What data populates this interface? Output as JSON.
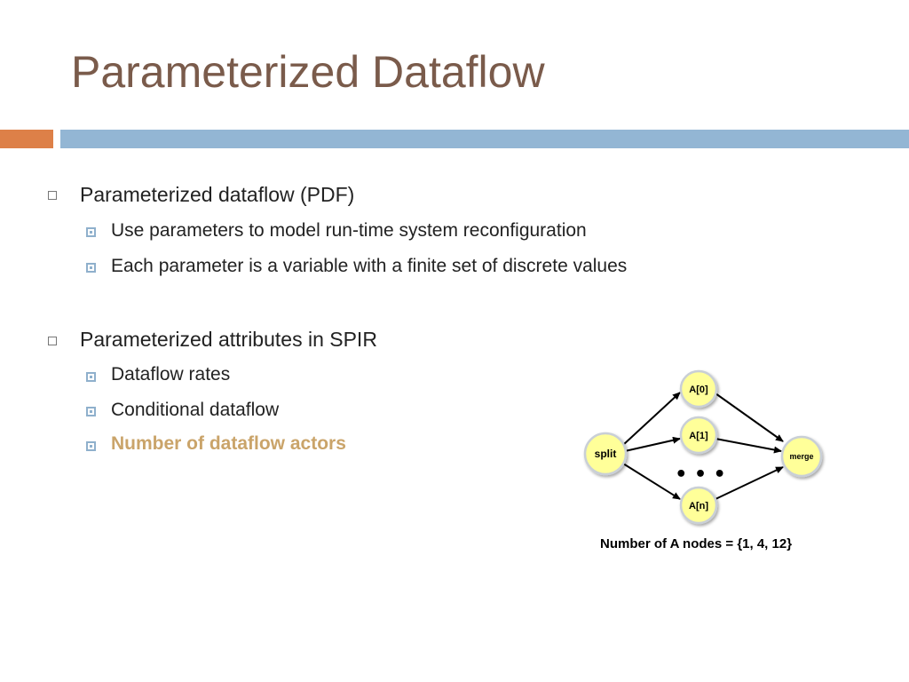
{
  "slide": {
    "title": "Parameterized Dataflow"
  },
  "bullets": [
    {
      "text": "Parameterized dataflow (PDF)",
      "sub": [
        "Use parameters to model run-time system reconfiguration",
        "Each parameter is a variable with a finite set of discrete values"
      ]
    },
    {
      "text": "Parameterized attributes in SPIR",
      "sub": [
        "Dataflow rates",
        "Conditional dataflow",
        "Number of dataflow actors"
      ]
    }
  ],
  "diagram": {
    "nodes": {
      "split": "split",
      "a0": "A[0]",
      "a1": "A[1]",
      "an": "A[n]",
      "merge": "merge"
    },
    "ellipsis": "• • •",
    "caption": "Number of A nodes = {1, 4, 12}"
  },
  "colors": {
    "title": "#7a5b4b",
    "bar_orange": "#dd8048",
    "bar_blue": "#93b6d4",
    "highlight": "#caa46a",
    "node_fill": "#ffff99"
  }
}
